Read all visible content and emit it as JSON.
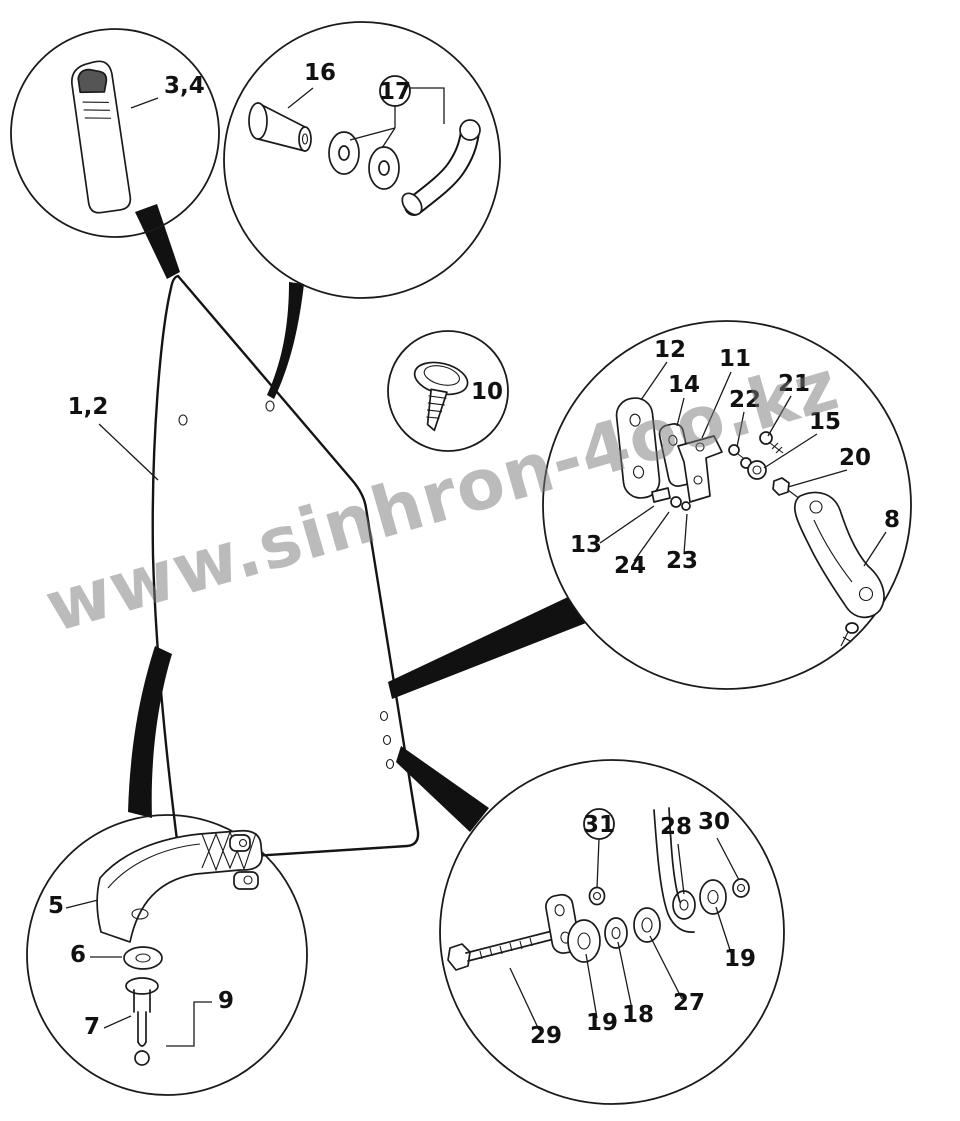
{
  "watermark": {
    "text": "www.sinhron-4oo.kz"
  },
  "labels": {
    "panel": "1,2",
    "seal": "3,4",
    "cone": "16",
    "washers": "17",
    "screw": "10",
    "plate": "12",
    "hinge_plate": "14",
    "hinge_bracket": "11",
    "screws_small": "22",
    "screw_upper": "21",
    "spacer": "15",
    "bolt": "20",
    "arm": "8",
    "hinge_lower": "13",
    "pin_24": "24",
    "pin_23": "23",
    "bracket": "5",
    "washer": "6",
    "pin_group": "9",
    "pin": "7",
    "nut_31": "31",
    "washer_28": "28",
    "nut_30": "30",
    "roller_right": "19",
    "bolt_29": "29",
    "roller_left": "19",
    "spacer_18": "18",
    "washer_27": "27"
  }
}
